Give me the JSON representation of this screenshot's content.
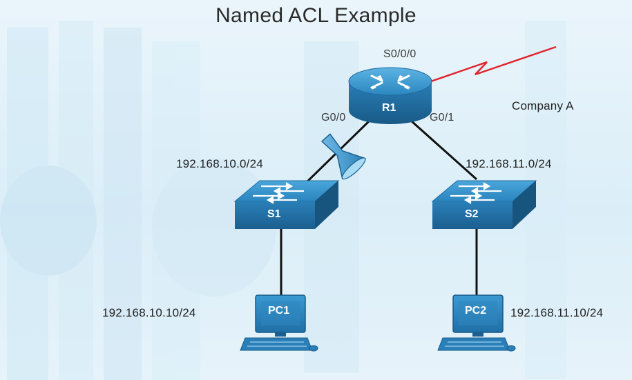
{
  "title": "Named ACL Example",
  "devices": {
    "router": {
      "label": "R1"
    },
    "switch1": {
      "label": "S1"
    },
    "switch2": {
      "label": "S2"
    },
    "pc1": {
      "label": "PC1"
    },
    "pc2": {
      "label": "PC2"
    }
  },
  "interfaces": {
    "serial": "S0/0/0",
    "g00": "G0/0",
    "g01": "G0/1"
  },
  "networks": {
    "net_left": "192.168.10.0/24",
    "net_right": "192.168.11.0/24"
  },
  "hosts": {
    "pc1_ip": "192.168.10.10/24",
    "pc2_ip": "192.168.11.10/24"
  },
  "company": "Company A",
  "colors": {
    "device_blue": "#2a7fb8",
    "device_dark": "#1b5f8f",
    "wan_link": "#e0242c",
    "link": "#111111"
  }
}
